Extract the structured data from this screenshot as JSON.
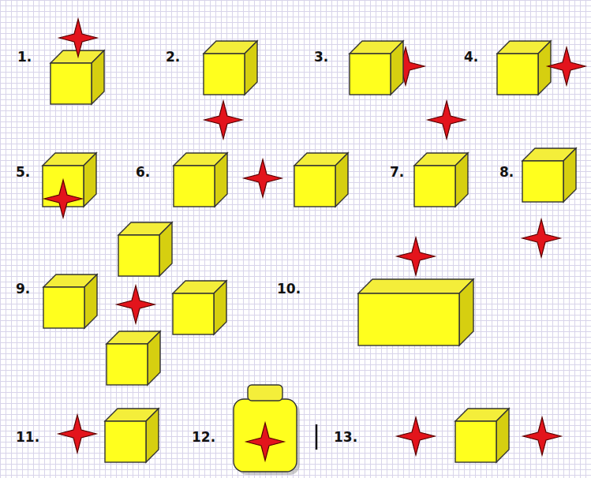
{
  "diagram": {
    "labels": [
      "1.",
      "2.",
      "3.",
      "4.",
      "5.",
      "6.",
      "7.",
      "8.",
      "9.",
      "10.",
      "11.",
      "12.",
      "13."
    ]
  }
}
